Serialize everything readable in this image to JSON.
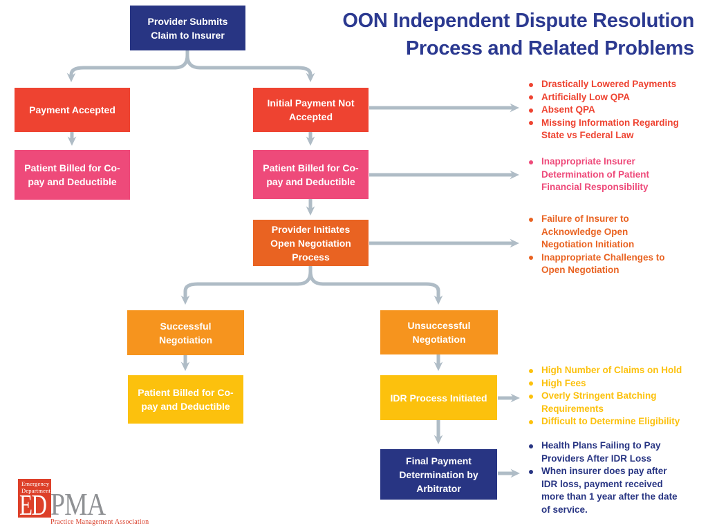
{
  "title": {
    "line1": "OON Independent Dispute Resolution",
    "line2": "Process and Related Problems"
  },
  "colors": {
    "navy": "#283583",
    "title_navy": "#2B3990",
    "red": "#EE4331",
    "pink": "#EE4A7A",
    "dark_orange": "#E96322",
    "orange": "#F6941E",
    "yellow": "#FCC10D",
    "arrow_gray": "#AFBCC6",
    "logo_red": "#DD4029",
    "logo_gray": "#8F9194"
  },
  "nodes": {
    "provider_submits": {
      "label": "Provider Submits Claim to Insurer"
    },
    "payment_accepted": {
      "label": "Payment Accepted"
    },
    "patient_billed_left": {
      "label": "Patient Billed for Co-pay and Deductible"
    },
    "initial_payment_not_accepted": {
      "label": "Initial Payment Not Accepted"
    },
    "patient_billed_mid": {
      "label": "Patient Billed for Co-pay and Deductible"
    },
    "provider_initiates": {
      "label": "Provider Initiates Open Negotiation Process"
    },
    "successful_negotiation": {
      "label": "Successful Negotiation"
    },
    "unsuccessful_negotiation": {
      "label": "Unsuccessful Negotiation"
    },
    "patient_billed_yellow": {
      "label": "Patient Billed for Co-pay and Deductible"
    },
    "idr_process": {
      "label": "IDR Process Initiated"
    },
    "final_payment": {
      "label": "Final Payment Determination by Arbitrator"
    }
  },
  "problems": {
    "initial_payment": {
      "items": [
        "Drastically Lowered Payments",
        "Artificially Low QPA",
        "Absent QPA",
        "Missing Information Regarding State vs Federal Law"
      ]
    },
    "patient_billed": {
      "items": [
        "Inappropriate Insurer Determination of Patient Financial Responsibility"
      ]
    },
    "open_negotiation": {
      "items": [
        "Failure of Insurer to Acknowledge Open Negotiation Initiation",
        "Inappropriate Challenges to Open Negotiation"
      ]
    },
    "idr_process": {
      "items": [
        "High Number of Claims on Hold",
        "High Fees",
        "Overly Stringent Batching Requirements",
        "Difficult to Determine Eligibility"
      ]
    },
    "final_payment": {
      "items": [
        "Health Plans Failing to Pay Providers After IDR Loss",
        "When insurer does pay after IDR loss, payment received more than 1 year after the date of service."
      ]
    }
  },
  "logo": {
    "line1": "Emergency",
    "line2": "Department",
    "ed": "ED",
    "pma": "PMA",
    "tagline": "Practice Management Association"
  }
}
